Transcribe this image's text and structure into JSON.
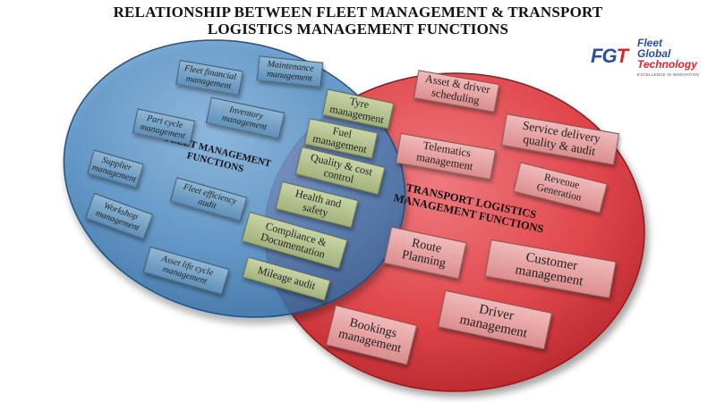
{
  "title": {
    "line1": "RELATIONSHIP BETWEEN FLEET MANAGEMENT & TRANSPORT",
    "line2": "LOGISTICS MANAGEMENT FUNCTIONS"
  },
  "logo": {
    "mark_f": "FG",
    "mark_t": "T",
    "name_line1": "Fleet",
    "name_line2": "Global",
    "name_line3": "Technology",
    "tagline": "EXCELLENCE IN INNOVATION"
  },
  "fleet": {
    "label": "FLEET MANAGEMENT\nFUNCTIONS",
    "items": [
      "Fleet financial\nmanagement",
      "Maintenance\nmanagement",
      "Part cycle\nmanagement",
      "Inventory\nmanagement",
      "Supplier\nmanagement",
      "Fleet efficiency\naudit",
      "Workshop\nmanagement",
      "Asset life cycle\nmanagement"
    ]
  },
  "shared": {
    "items": [
      "Tyre\nmanagement",
      "Fuel\nmanagement",
      "Quality & cost\ncontrol",
      "Health and\nsafety",
      "Compliance &\nDocumentation",
      "Mileage audit"
    ]
  },
  "transport": {
    "label": "TRANSPORT LOGISTICS\nMANAGEMENT FUNCTIONS",
    "items": [
      "Asset & driver\nscheduling",
      "Service delivery\nquality & audit",
      "Telematics\nmanagement",
      "Revenue\nGeneration",
      "Route\nPlanning",
      "Customer\nmanagement",
      "Driver\nmanagement",
      "Bookings\nmanagement"
    ]
  },
  "colors": {
    "fleet_circle": "#4f8cc4",
    "transport_circle": "#e0474c",
    "overlap_box": "#b5c290"
  }
}
